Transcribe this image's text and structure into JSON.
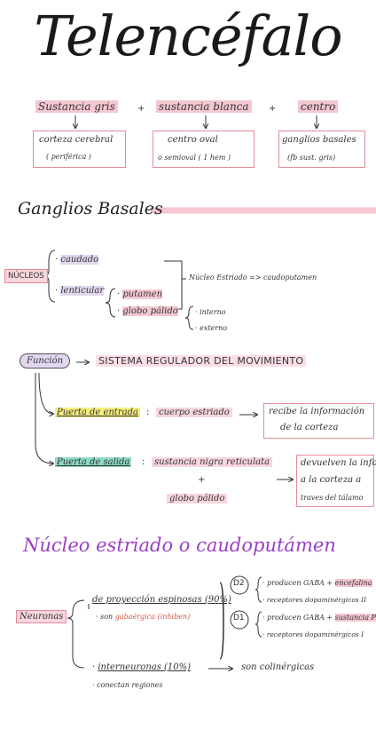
{
  "title": "Telencéfalo",
  "top_row": {
    "gris": "Sustancia gris",
    "plus1": "+",
    "blanca": "sustancia blanca",
    "plus2": "+",
    "centro": "centro",
    "box1_l1": "corteza cerebral",
    "box1_l2": "( periférica )",
    "box2_l1": "centro oval",
    "box2_l2": "o semioval ( 1 hem )",
    "box3_l1": "ganglios basales",
    "box3_l2": "(fb sust. gris)"
  },
  "ganglios": {
    "heading": "Ganglios Basales",
    "nucleos": "NÚCLEOS",
    "caudado": "caudado",
    "lenticular": "lenticular",
    "putamen": "putamen",
    "globo": "globo pálido",
    "interno": "interno",
    "externo": "externo",
    "estriado": "Núcleo Estriado => caudoputamen"
  },
  "funcion": {
    "label": "Función",
    "arrow": "→",
    "sistema": "SISTEMA REGULADOR DEL MOVIMIENTO",
    "entrada": "Puerta de entrada",
    "colon1": ":",
    "cuerpo": "cuerpo estriado",
    "arrow2": "→",
    "recibe_l1": "recibe la información",
    "recibe_l2": "de la corteza",
    "salida": "Puerta de salida",
    "colon2": ":",
    "sustancia": "sustancia nigra reticulata",
    "plus": "+",
    "globo": "globo pálido",
    "arrow3": "→",
    "devuelven_l1": "devuelven la info",
    "devuelven_l2": "a la corteza a",
    "devuelven_l3": "traves del tálamo"
  },
  "nucleo": {
    "heading": "Núcleo estriado o caudoputámen",
    "neuronas": "Neuronas",
    "proyeccion": "de proyección espinosas (90%)",
    "gaba_prefix": "son",
    "gaba": "gabaérgica (inhiben)",
    "d2": "D2",
    "d1": "D1",
    "d2_a_prefix": "producen GABA +",
    "d2_a_hl": "encefalina",
    "d2_b": "receptores dopaminérgicos II",
    "d1_a_prefix": "producen GABA +",
    "d1_a_hl": "sustancia P",
    "d1_b": "receptores dopaminérgicos I",
    "inter": "interneuronas (10%)",
    "arrow": "→",
    "colin": "son colinérgicas",
    "conectan": "conectan regiones"
  }
}
